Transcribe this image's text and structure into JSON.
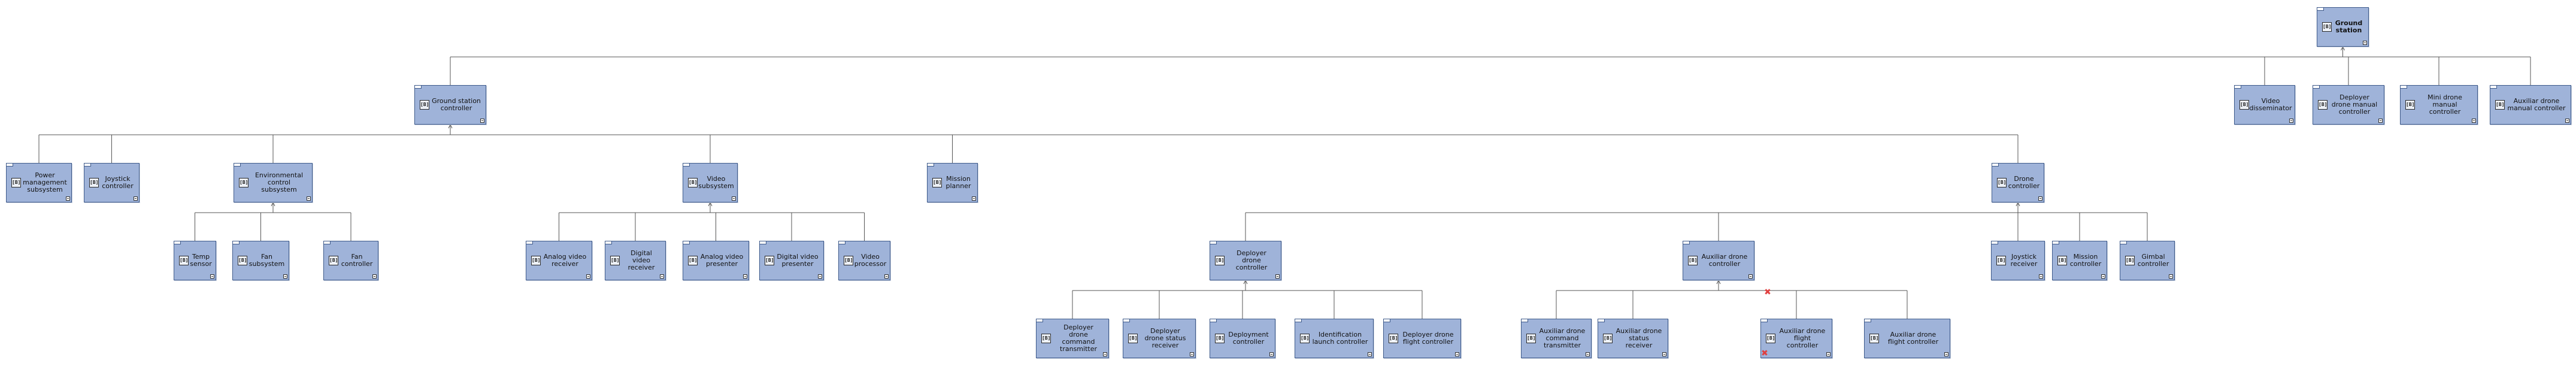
{
  "diagram": {
    "nodes": [
      {
        "id": "ground-station",
        "label": "Ground station",
        "type_icon": "block-icon"
      },
      {
        "id": "ground-station-controller",
        "label": "Ground station controller",
        "type_icon": "block-icon"
      },
      {
        "id": "video-disseminator",
        "label": "Video disseminator",
        "type_icon": "block-icon"
      },
      {
        "id": "deployer-drone-manual-controller",
        "label": "Deployer drone manual controller",
        "type_icon": "block-icon"
      },
      {
        "id": "mini-drone-manual-controller",
        "label": "Mini drone manual controller",
        "type_icon": "block-icon"
      },
      {
        "id": "auxiliar-drone-manual-controller",
        "label": "Auxiliar drone manual controller",
        "type_icon": "block-icon"
      },
      {
        "id": "power-management-subsystem",
        "label": "Power management subsystem",
        "type_icon": "block-icon"
      },
      {
        "id": "joystick-controller",
        "label": "Joystick controller",
        "type_icon": "block-icon"
      },
      {
        "id": "environmental-control-subsystem",
        "label": "Environmental control subsystem",
        "type_icon": "block-icon"
      },
      {
        "id": "video-subsystem",
        "label": "Video subsystem",
        "type_icon": "block-icon"
      },
      {
        "id": "mission-planner",
        "label": "Mission planner",
        "type_icon": "block-icon"
      },
      {
        "id": "drone-controller",
        "label": "Drone controller",
        "type_icon": "block-icon"
      },
      {
        "id": "temp-sensor",
        "label": "Temp sensor",
        "type_icon": "block-icon"
      },
      {
        "id": "fan-subsystem",
        "label": "Fan subsystem",
        "type_icon": "block-icon"
      },
      {
        "id": "fan-controller",
        "label": "Fan controller",
        "type_icon": "block-icon"
      },
      {
        "id": "analog-video-receiver",
        "label": "Analog video receiver",
        "type_icon": "block-icon"
      },
      {
        "id": "digital-video-receiver",
        "label": "Digital video receiver",
        "type_icon": "block-icon"
      },
      {
        "id": "analog-video-presenter",
        "label": "Analog video presenter",
        "type_icon": "block-icon"
      },
      {
        "id": "digital-video-presenter",
        "label": "Digital video presenter",
        "type_icon": "block-icon"
      },
      {
        "id": "video-processor",
        "label": "Video processor",
        "type_icon": "block-icon"
      },
      {
        "id": "deployer-drone-controller",
        "label": "Deployer drone controller",
        "type_icon": "block-icon"
      },
      {
        "id": "auxiliar-drone-controller",
        "label": "Auxiliar drone controller",
        "type_icon": "block-icon"
      },
      {
        "id": "joystick-receiver",
        "label": "Joystick receiver",
        "type_icon": "block-icon"
      },
      {
        "id": "mission-controller",
        "label": "Mission controller",
        "type_icon": "block-icon"
      },
      {
        "id": "gimbal-controller",
        "label": "Gimbal controller",
        "type_icon": "block-icon"
      },
      {
        "id": "deployer-drone-command-transmitter",
        "label": "Deployer drone command transmitter",
        "type_icon": "block-icon"
      },
      {
        "id": "deployer-drone-status-receiver",
        "label": "Deployer drone status receiver",
        "type_icon": "block-icon"
      },
      {
        "id": "deployment-controller",
        "label": "Deployment controller",
        "type_icon": "block-icon"
      },
      {
        "id": "identification-launch-controller",
        "label": "Identification launch controller",
        "type_icon": "block-icon"
      },
      {
        "id": "deployer-drone-flight-controller",
        "label": "Deployer drone flight controller",
        "type_icon": "block-icon"
      },
      {
        "id": "auxiliar-drone-command-transmitter",
        "label": "Auxiliar drone command transmitter",
        "type_icon": "block-icon"
      },
      {
        "id": "auxiliar-drone-status-receiver",
        "label": "Auxiliar drone status receiver",
        "type_icon": "block-icon"
      },
      {
        "id": "auxiliar-drone-flight-controller-a",
        "label": "Auxiliar drone flight controller",
        "type_icon": "block-icon",
        "marker": "error-x-icon"
      },
      {
        "id": "auxiliar-drone-flight-controller-b",
        "label": "Auxiliar drone flight controller",
        "type_icon": "block-icon"
      }
    ],
    "edges": [
      {
        "parent": "ground-station",
        "children": [
          "ground-station-controller",
          "video-disseminator",
          "deployer-drone-manual-controller",
          "mini-drone-manual-controller",
          "auxiliar-drone-manual-controller"
        ]
      },
      {
        "parent": "ground-station-controller",
        "children": [
          "power-management-subsystem",
          "joystick-controller",
          "environmental-control-subsystem",
          "video-subsystem",
          "mission-planner",
          "drone-controller"
        ]
      },
      {
        "parent": "environmental-control-subsystem",
        "children": [
          "temp-sensor",
          "fan-subsystem",
          "fan-controller"
        ]
      },
      {
        "parent": "video-subsystem",
        "children": [
          "analog-video-receiver",
          "digital-video-receiver",
          "analog-video-presenter",
          "digital-video-presenter",
          "video-processor"
        ]
      },
      {
        "parent": "drone-controller",
        "children": [
          "deployer-drone-controller",
          "auxiliar-drone-controller",
          "joystick-receiver",
          "mission-controller",
          "gimbal-controller"
        ]
      },
      {
        "parent": "deployer-drone-controller",
        "children": [
          "deployer-drone-command-transmitter",
          "deployer-drone-status-receiver",
          "deployment-controller",
          "identification-launch-controller",
          "deployer-drone-flight-controller"
        ]
      },
      {
        "parent": "auxiliar-drone-controller",
        "children": [
          "auxiliar-drone-command-transmitter",
          "auxiliar-drone-status-receiver",
          "auxiliar-drone-flight-controller-a",
          "auxiliar-drone-flight-controller-b"
        ]
      }
    ],
    "colors": {
      "block_fill": "#9fb3d9",
      "block_border": "#3e5a8a",
      "edge": "#555555",
      "error_marker": "#e04040"
    }
  }
}
